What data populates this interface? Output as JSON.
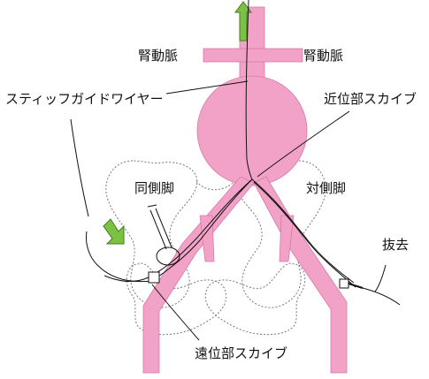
{
  "labels": {
    "renal_artery_left": "腎動脈",
    "renal_artery_right": "腎動脈",
    "stiff_guidewire": "スティッフガイドワイヤー",
    "proximal_scaip": "近位部スカイブ",
    "ipsilateral_limb": "同側脚",
    "contralateral_limb": "対側脚",
    "removal": "抜去",
    "distal_scaip": "遠位部スカイブ"
  },
  "colors": {
    "vessel": "#f2a2c7",
    "vessel_edge": "#d77aa8",
    "arrow_green": "#7cc242",
    "arrow_green_edge": "#3f7d1c",
    "bone_outline": "#777777",
    "line": "#111111"
  }
}
